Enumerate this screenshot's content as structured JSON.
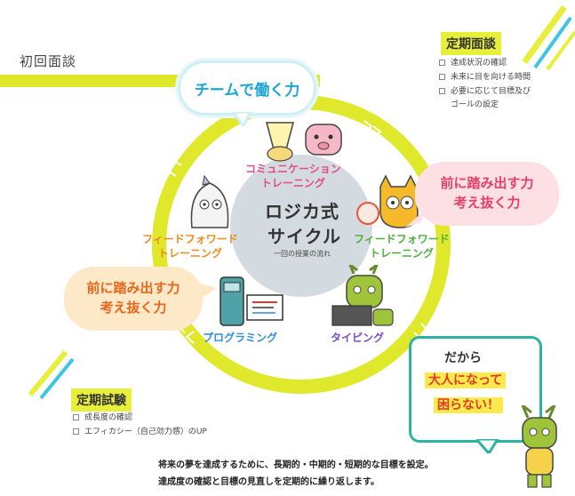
{
  "title": "初回面談",
  "cycle": {
    "name_line1": "ロジカ式",
    "name_line2": "サイクル",
    "subtitle": "一回の授業の流れ",
    "modules": [
      {
        "line1": "コミュニケーション",
        "line2": "トレーニング"
      },
      {
        "line1": "フィードフォワード",
        "line2": "トレーニング"
      },
      {
        "line1": "フィードフォワード",
        "line2": "トレーニング"
      },
      {
        "line1": "プログラミング"
      },
      {
        "line1": "タイピング"
      }
    ]
  },
  "bubbles": {
    "teamwork": "チームで働く力",
    "forward_right": {
      "line1": "前に踏み出す力",
      "line2": "考え抜く力"
    },
    "forward_left": {
      "line1": "前に踏み出す力",
      "line2": "考え抜く力"
    }
  },
  "periodic_interview": {
    "title": "定期面談",
    "items": [
      "達成状況の確認",
      "未来に目を向ける時間",
      "必要に応じて目標及び",
      "ゴールの設定"
    ]
  },
  "periodic_exam": {
    "title": "定期試験",
    "items": [
      "成長度の確認",
      "エフィカシー（自己効力感）のUP"
    ]
  },
  "adult_bubble": {
    "line1": "だから",
    "line2": "大人になって",
    "line3": "困らない！"
  },
  "footer": {
    "line1": "将来の夢を達成するために、長期的・中期的・短期的な目標を設定。",
    "line2": "達成度の確認と目標の見直しを定期的に繰り返します。"
  },
  "colors": {
    "ring": "#dfe82a",
    "ring_arrows": "#ffffff",
    "hub": "#d4dbe0",
    "teal": "#2bb3a6",
    "teamwork_text": "#1ba6d6",
    "forward_right_text": "#e64069",
    "forward_left_text": "#e9661b"
  }
}
